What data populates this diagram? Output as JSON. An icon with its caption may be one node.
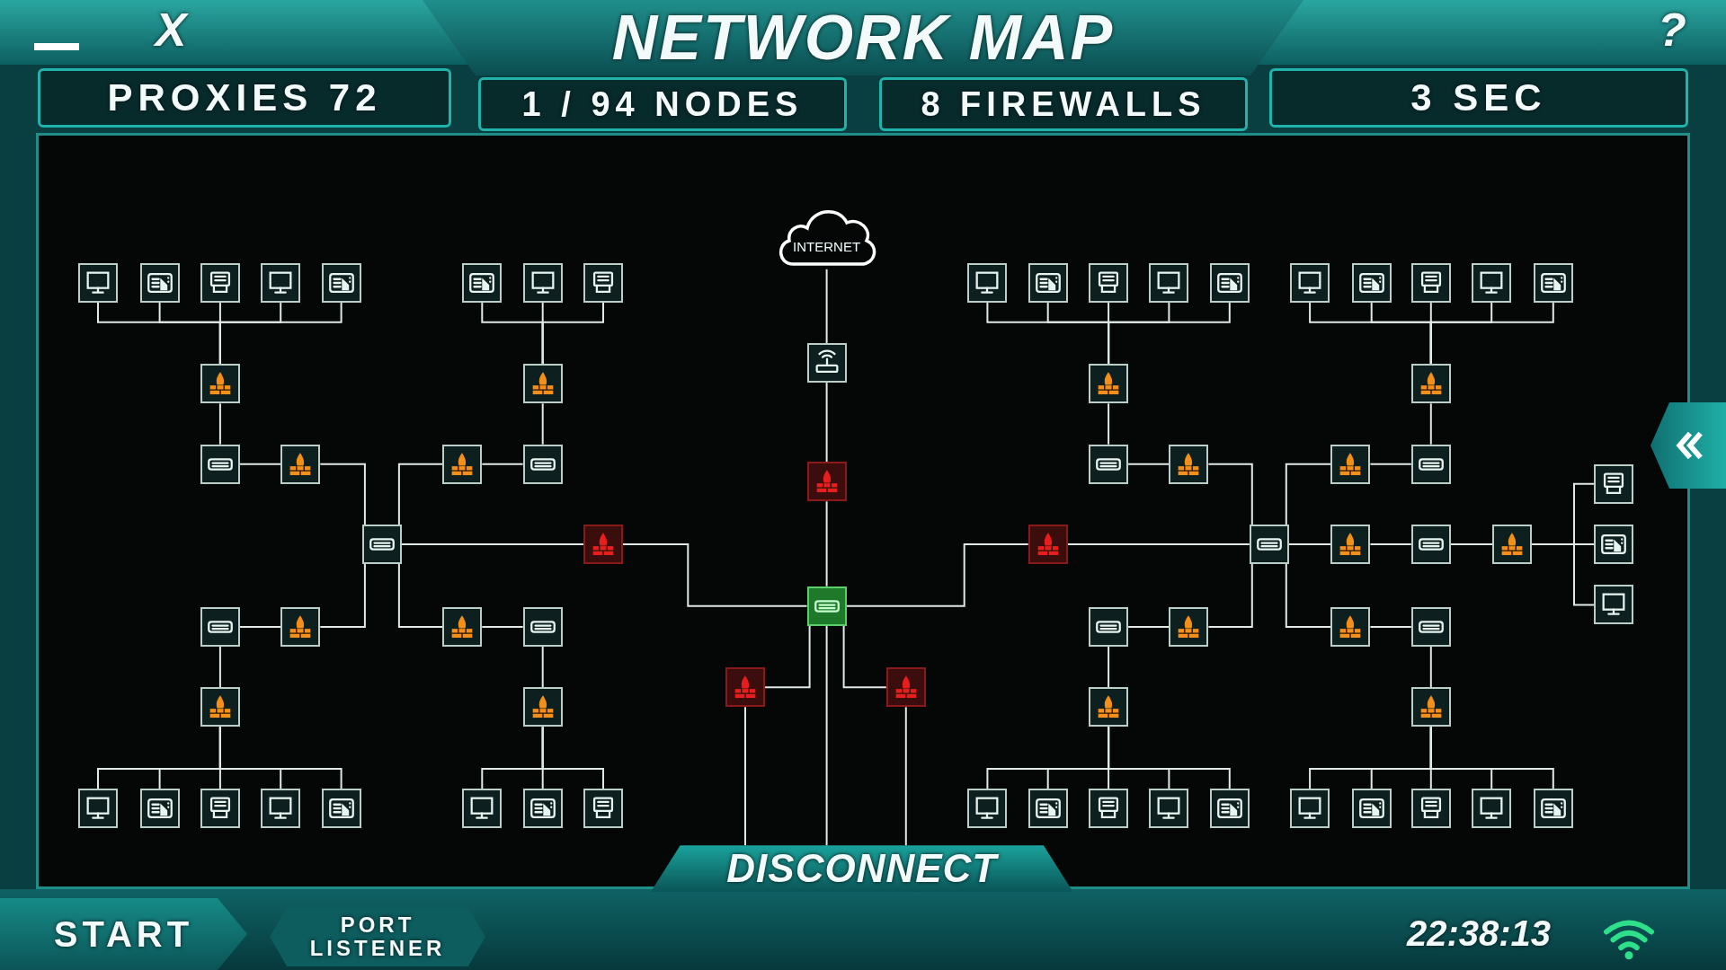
{
  "diagram": {
    "title": "NETWORK MAP",
    "nodes": [
      {
        "text": [
          "INTERNET"
        ]
      },
      {
        "text": [],
        "shape": "monitor"
      },
      {
        "text": [],
        "shape": "tablet"
      },
      {
        "text": [],
        "shape": "printer"
      },
      {
        "text": [],
        "shape": "monitor"
      },
      {
        "text": [],
        "shape": "tablet"
      },
      {
        "text": [],
        "shape": "tablet"
      },
      {
        "text": [],
        "shape": "monitor"
      },
      {
        "text": [],
        "shape": "printer"
      },
      {
        "text": [],
        "shape": "monitor"
      },
      {
        "text": [],
        "shape": "tablet"
      },
      {
        "text": [],
        "shape": "printer"
      },
      {
        "text": [],
        "shape": "monitor"
      },
      {
        "text": [],
        "shape": "tablet"
      },
      {
        "text": [],
        "shape": "monitor"
      },
      {
        "text": [],
        "shape": "tablet"
      },
      {
        "text": [],
        "shape": "printer"
      },
      {
        "text": [],
        "shape": "monitor"
      },
      {
        "text": [],
        "shape": "tablet"
      },
      {
        "text": [],
        "shape": "router"
      },
      {
        "text": [],
        "shape": "firewall"
      },
      {
        "text": [],
        "shape": "firewall"
      },
      {
        "text": [],
        "shape": "firewall"
      },
      {
        "text": [],
        "shape": "firewall"
      },
      {
        "text": [],
        "shape": "switch"
      },
      {
        "text": [],
        "shape": "firewall"
      },
      {
        "text": [],
        "shape": "firewall"
      },
      {
        "text": [],
        "shape": "switch"
      },
      {
        "text": [],
        "shape": "firewall"
      },
      {
        "text": [],
        "shape": "switch"
      },
      {
        "text": [],
        "shape": "firewall"
      },
      {
        "text": [],
        "shape": "firewall"
      },
      {
        "text": [],
        "shape": "switch"
      },
      {
        "text": [],
        "shape": "printer"
      },
      {
        "text": [],
        "shape": "switch"
      },
      {
        "text": [],
        "shape": "firewall"
      },
      {
        "text": [],
        "shape": "switch"
      },
      {
        "text": [],
        "shape": "firewall"
      },
      {
        "text": [],
        "shape": "switch"
      },
      {
        "text": [],
        "shape": "firewall"
      },
      {
        "text": [],
        "shape": "switch"
      },
      {
        "text": [],
        "shape": "firewall"
      },
      {
        "text": [],
        "shape": "tablet"
      },
      {
        "text": [],
        "shape": "monitor"
      },
      {
        "text": [],
        "shape": "switch"
      },
      {
        "text": [],
        "shape": "firewall"
      },
      {
        "text": [],
        "shape": "firewall"
      },
      {
        "text": [],
        "shape": "switch"
      },
      {
        "text": [],
        "shape": "switch"
      },
      {
        "text": [],
        "shape": "firewall"
      },
      {
        "text": [],
        "shape": "firewall"
      },
      {
        "text": [],
        "shape": "switch"
      },
      {
        "text": [],
        "shape": "firewall"
      },
      {
        "text": [],
        "shape": "firewall"
      },
      {
        "text": [],
        "shape": "firewall"
      },
      {
        "text": [],
        "shape": "firewall"
      },
      {
        "text": [],
        "shape": "firewall"
      },
      {
        "text": [],
        "shape": "firewall"
      },
      {
        "text": [],
        "shape": "monitor"
      },
      {
        "text": [],
        "shape": "tablet"
      },
      {
        "text": [],
        "shape": "printer"
      },
      {
        "text": [],
        "shape": "monitor"
      },
      {
        "text": [],
        "shape": "tablet"
      },
      {
        "text": [],
        "shape": "monitor"
      },
      {
        "text": [],
        "shape": "tablet"
      },
      {
        "text": [],
        "shape": "printer"
      },
      {
        "text": [],
        "shape": "monitor"
      },
      {
        "text": [],
        "shape": "tablet"
      },
      {
        "text": [],
        "shape": "printer"
      },
      {
        "text": [],
        "shape": "monitor"
      },
      {
        "text": [],
        "shape": "tablet"
      },
      {
        "text": [],
        "shape": "monitor"
      },
      {
        "text": [],
        "shape": "tablet"
      },
      {
        "text": [],
        "shape": "printer"
      },
      {
        "text": [],
        "shape": "monitor"
      },
      {
        "text": [],
        "shape": "tablet"
      },
      {
        "text": [
          "DISCONNECT"
        ]
      }
    ],
    "edges": [
      {
        "from": 0,
        "to": 19,
        "arrow": "none"
      },
      {
        "from": 19,
        "to": 28,
        "arrow": "none"
      },
      {
        "from": 28,
        "to": 36,
        "arrow": "none"
      },
      {
        "from": 36,
        "to": 35,
        "arrow": "none"
      },
      {
        "from": 36,
        "to": 37,
        "arrow": "none"
      },
      {
        "from": 36,
        "to": 52,
        "arrow": "none"
      },
      {
        "from": 36,
        "to": 53,
        "arrow": "none"
      },
      {
        "from": 36,
        "to": 76,
        "arrow": "none"
      },
      {
        "from": 52,
        "to": 76,
        "arrow": "none"
      },
      {
        "from": 53,
        "to": 76,
        "arrow": "none"
      },
      {
        "from": 35,
        "to": 34,
        "arrow": "none"
      },
      {
        "from": 37,
        "to": 38,
        "arrow": "none"
      },
      {
        "from": 34,
        "to": 25,
        "arrow": "none"
      },
      {
        "from": 34,
        "to": 26,
        "arrow": "none"
      },
      {
        "from": 34,
        "to": 45,
        "arrow": "none"
      },
      {
        "from": 34,
        "to": 46,
        "arrow": "none"
      },
      {
        "from": 25,
        "to": 24,
        "arrow": "none"
      },
      {
        "from": 24,
        "to": 20,
        "arrow": "none"
      },
      {
        "from": 20,
        "to": 1,
        "arrow": "none"
      },
      {
        "from": 20,
        "to": 2,
        "arrow": "none"
      },
      {
        "from": 20,
        "to": 3,
        "arrow": "none"
      },
      {
        "from": 20,
        "to": 4,
        "arrow": "none"
      },
      {
        "from": 20,
        "to": 5,
        "arrow": "none"
      },
      {
        "from": 26,
        "to": 27,
        "arrow": "none"
      },
      {
        "from": 27,
        "to": 21,
        "arrow": "none"
      },
      {
        "from": 21,
        "to": 6,
        "arrow": "none"
      },
      {
        "from": 21,
        "to": 7,
        "arrow": "none"
      },
      {
        "from": 21,
        "to": 8,
        "arrow": "none"
      },
      {
        "from": 45,
        "to": 44,
        "arrow": "none"
      },
      {
        "from": 44,
        "to": 54,
        "arrow": "none"
      },
      {
        "from": 54,
        "to": 58,
        "arrow": "none"
      },
      {
        "from": 54,
        "to": 59,
        "arrow": "none"
      },
      {
        "from": 54,
        "to": 60,
        "arrow": "none"
      },
      {
        "from": 54,
        "to": 61,
        "arrow": "none"
      },
      {
        "from": 54,
        "to": 62,
        "arrow": "none"
      },
      {
        "from": 46,
        "to": 47,
        "arrow": "none"
      },
      {
        "from": 47,
        "to": 55,
        "arrow": "none"
      },
      {
        "from": 55,
        "to": 63,
        "arrow": "none"
      },
      {
        "from": 55,
        "to": 64,
        "arrow": "none"
      },
      {
        "from": 55,
        "to": 65,
        "arrow": "none"
      },
      {
        "from": 38,
        "to": 30,
        "arrow": "none"
      },
      {
        "from": 38,
        "to": 31,
        "arrow": "none"
      },
      {
        "from": 38,
        "to": 39,
        "arrow": "none"
      },
      {
        "from": 38,
        "to": 49,
        "arrow": "none"
      },
      {
        "from": 38,
        "to": 50,
        "arrow": "none"
      },
      {
        "from": 30,
        "to": 29,
        "arrow": "none"
      },
      {
        "from": 29,
        "to": 22,
        "arrow": "none"
      },
      {
        "from": 22,
        "to": 9,
        "arrow": "none"
      },
      {
        "from": 22,
        "to": 10,
        "arrow": "none"
      },
      {
        "from": 22,
        "to": 11,
        "arrow": "none"
      },
      {
        "from": 22,
        "to": 12,
        "arrow": "none"
      },
      {
        "from": 22,
        "to": 13,
        "arrow": "none"
      },
      {
        "from": 31,
        "to": 32,
        "arrow": "none"
      },
      {
        "from": 32,
        "to": 23,
        "arrow": "none"
      },
      {
        "from": 23,
        "to": 14,
        "arrow": "none"
      },
      {
        "from": 23,
        "to": 15,
        "arrow": "none"
      },
      {
        "from": 23,
        "to": 16,
        "arrow": "none"
      },
      {
        "from": 23,
        "to": 17,
        "arrow": "none"
      },
      {
        "from": 23,
        "to": 18,
        "arrow": "none"
      },
      {
        "from": 39,
        "to": 40,
        "arrow": "none"
      },
      {
        "from": 40,
        "to": 41,
        "arrow": "none"
      },
      {
        "from": 41,
        "to": 33,
        "arrow": "none"
      },
      {
        "from": 41,
        "to": 42,
        "arrow": "none"
      },
      {
        "from": 41,
        "to": 43,
        "arrow": "none"
      },
      {
        "from": 49,
        "to": 48,
        "arrow": "none"
      },
      {
        "from": 48,
        "to": 56,
        "arrow": "none"
      },
      {
        "from": 56,
        "to": 66,
        "arrow": "none"
      },
      {
        "from": 56,
        "to": 67,
        "arrow": "none"
      },
      {
        "from": 56,
        "to": 68,
        "arrow": "none"
      },
      {
        "from": 56,
        "to": 69,
        "arrow": "none"
      },
      {
        "from": 56,
        "to": 70,
        "arrow": "none"
      },
      {
        "from": 50,
        "to": 51,
        "arrow": "none"
      },
      {
        "from": 51,
        "to": 57,
        "arrow": "none"
      },
      {
        "from": 57,
        "to": 71,
        "arrow": "none"
      },
      {
        "from": 57,
        "to": 72,
        "arrow": "none"
      },
      {
        "from": 57,
        "to": 73,
        "arrow": "none"
      },
      {
        "from": 57,
        "to": 74,
        "arrow": "none"
      },
      {
        "from": 57,
        "to": 75,
        "arrow": "none"
      }
    ],
    "labels": [
      "X",
      "?",
      "PROXIES 72",
      "1 / 94 NODES",
      "8 FIREWALLS",
      "3 SEC",
      "START",
      "PORT LISTENER",
      "22:38:13"
    ]
  }
}
